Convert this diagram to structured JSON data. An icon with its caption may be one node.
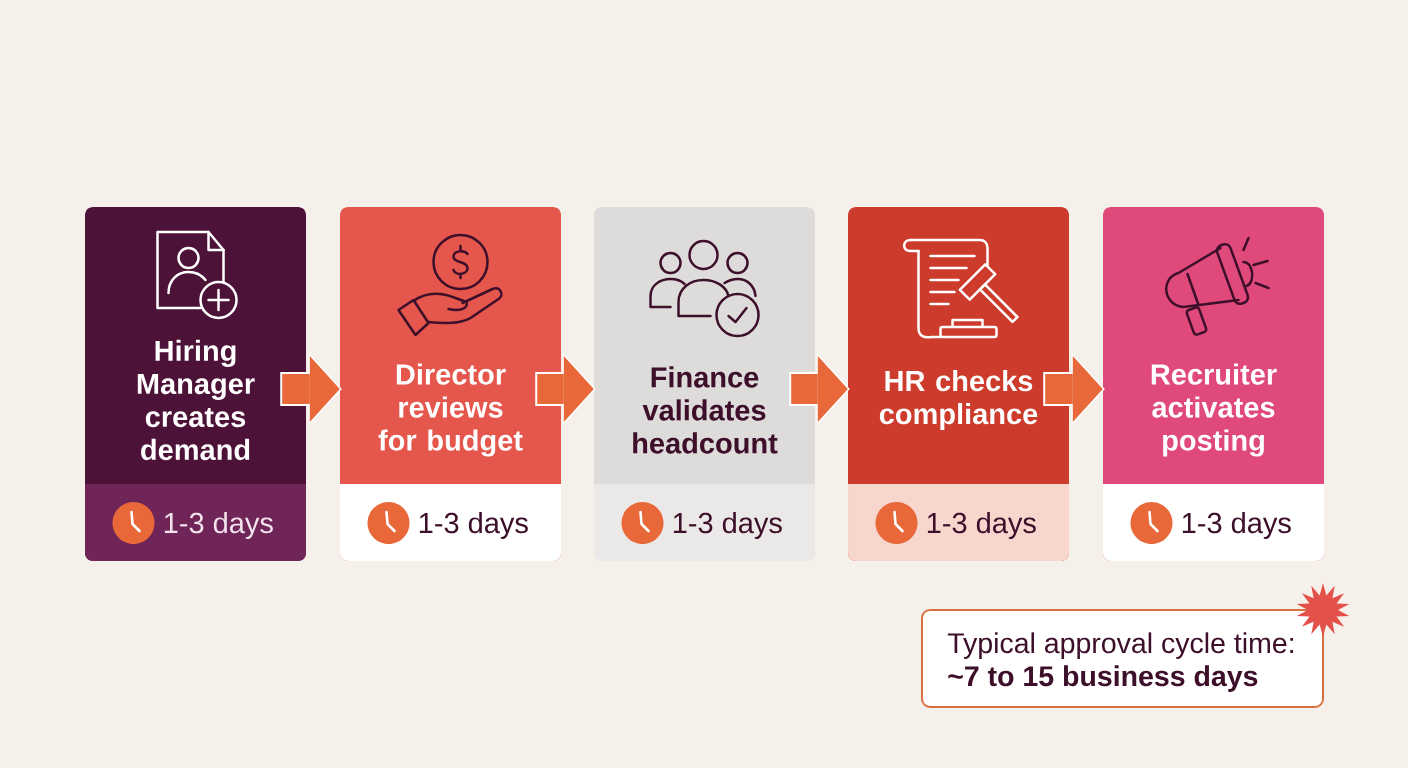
{
  "diagram": {
    "nodes": [
      {
        "text": [
          "Hiring Manager creates demand",
          "1-3 days"
        ]
      },
      {
        "text": [
          "Director reviews for budget",
          "1-3 days"
        ]
      },
      {
        "text": [
          "Finance validates headcount",
          "1-3 days"
        ]
      },
      {
        "text": [
          "HR checks compliance",
          "1-3 days"
        ]
      },
      {
        "text": [
          "Recruiter activates posting",
          "1-3 days"
        ]
      },
      {
        "text": [
          "Typical approval cycle time:",
          "~7 to 15 business days"
        ]
      }
    ],
    "edges": [
      {
        "from": 0,
        "to": 1,
        "arrow": "to"
      },
      {
        "from": 1,
        "to": 2,
        "arrow": "to"
      },
      {
        "from": 2,
        "to": 3,
        "arrow": "to"
      },
      {
        "from": 3,
        "to": 4,
        "arrow": "to"
      }
    ]
  }
}
